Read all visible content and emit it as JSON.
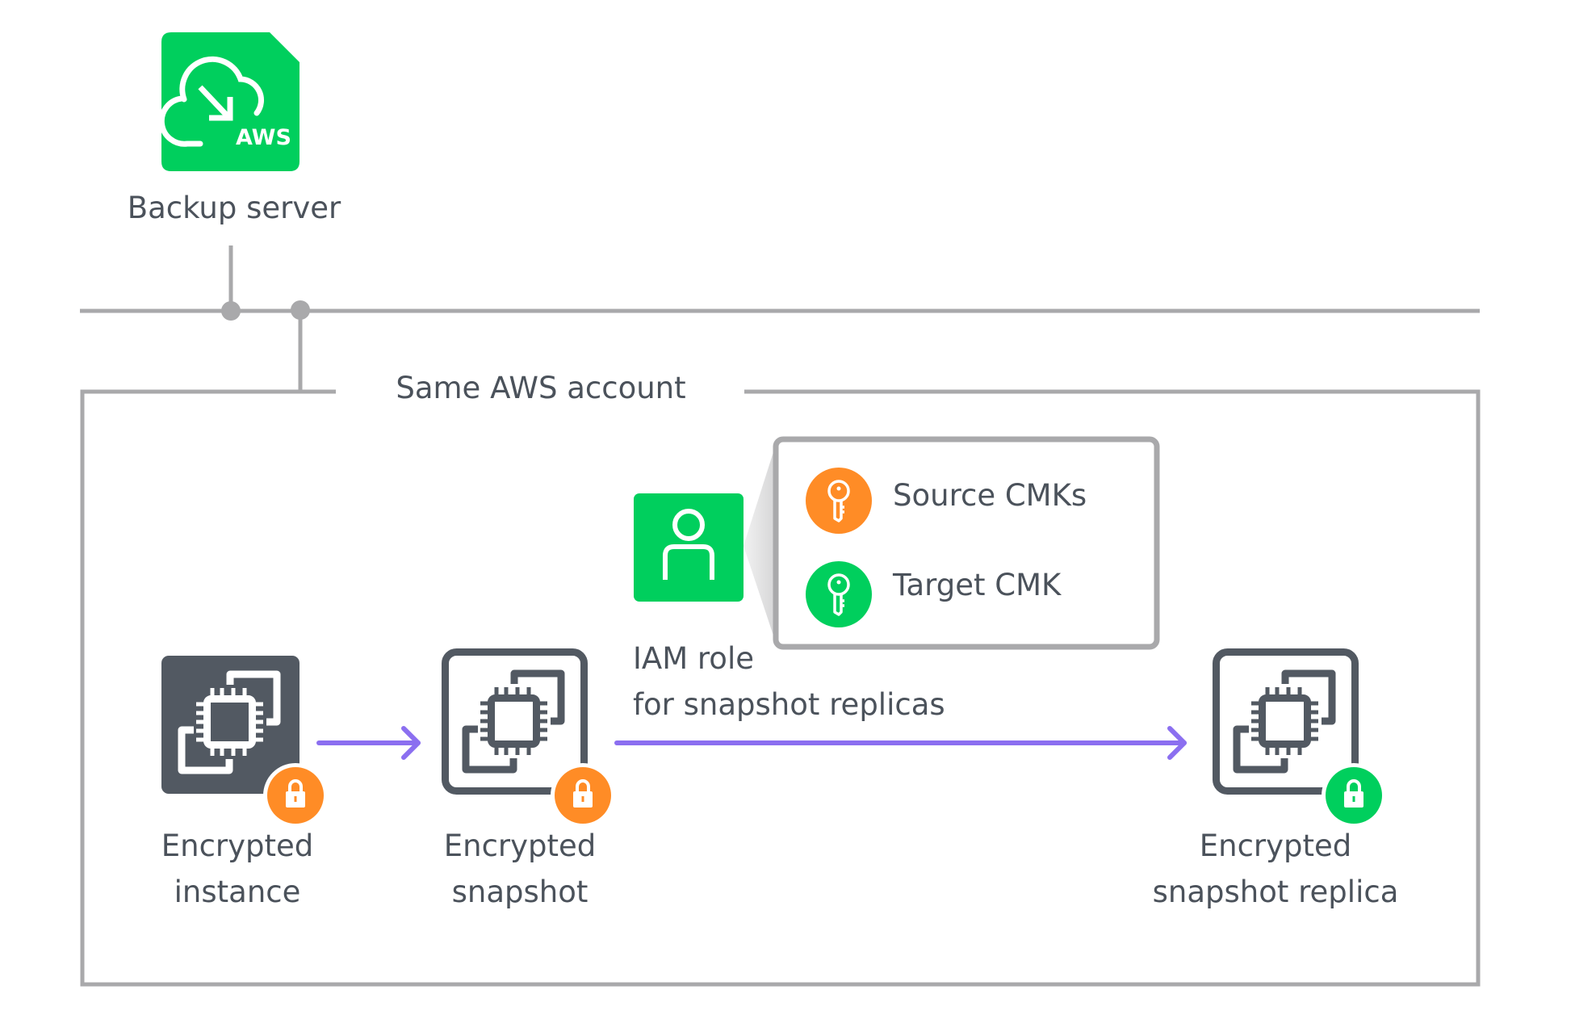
{
  "backup_server": {
    "label": "Backup server",
    "logo_text": "AWS",
    "icon": "cloud-backup-aws-icon"
  },
  "account": {
    "label": "Same AWS account"
  },
  "iam": {
    "line1": "IAM role",
    "line2": "for snapshot replicas",
    "icon": "user-icon"
  },
  "keys": [
    {
      "label": "Source CMKs",
      "color": "#ff8c26",
      "icon": "key-icon"
    },
    {
      "label": "Target CMK",
      "color": "#00cf5d",
      "icon": "key-icon"
    }
  ],
  "nodes": [
    {
      "line1": "Encrypted",
      "line2": "instance",
      "lock_color": "#ff8c26"
    },
    {
      "line1": "Encrypted",
      "line2": "snapshot",
      "lock_color": "#ff8c26"
    },
    {
      "line1": "Encrypted",
      "line2": "snapshot replica",
      "lock_color": "#00cf5d"
    }
  ],
  "colors": {
    "green": "#00cf5d",
    "orange": "#ff8c26",
    "dark": "#525962",
    "line": "#a9a9ab",
    "arrow": "#8b6ff0",
    "text": "#4b525b"
  }
}
